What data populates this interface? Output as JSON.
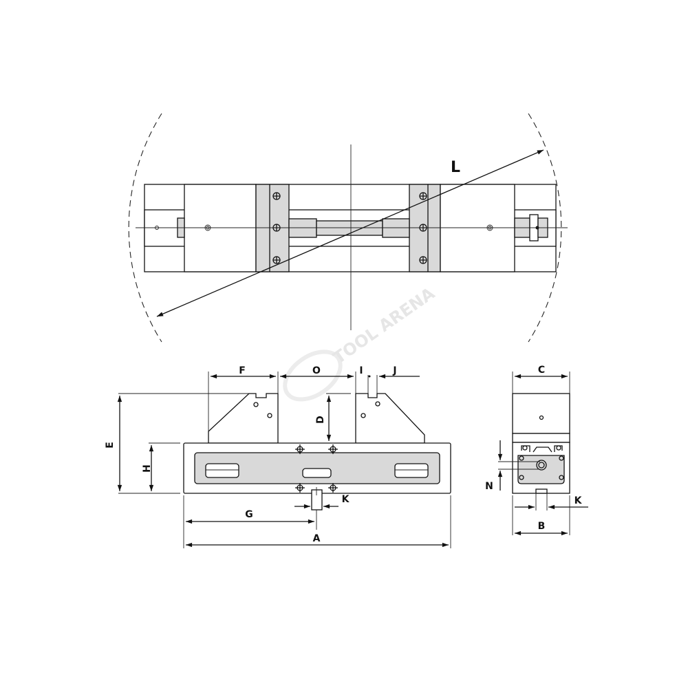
{
  "watermark": "TOOL ARENA",
  "labels": {
    "L": "L",
    "F": "F",
    "O": "O",
    "I": "I",
    "J": "J",
    "E": "E",
    "H": "H",
    "D": "D",
    "G": "G",
    "A": "A",
    "K": "K",
    "C": "C",
    "N": "N",
    "B": "B",
    "K2": "K"
  }
}
